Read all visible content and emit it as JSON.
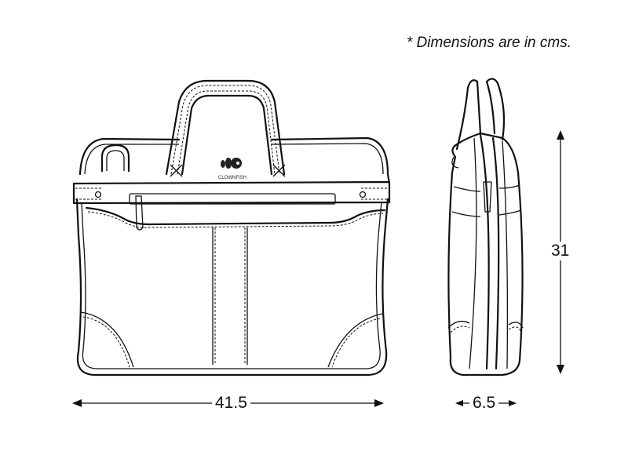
{
  "note": "* Dimensions are in cms.",
  "brand_logo_text": "CLOWNFISH",
  "dimensions": {
    "width": "41.5",
    "depth": "6.5",
    "height": "31"
  }
}
